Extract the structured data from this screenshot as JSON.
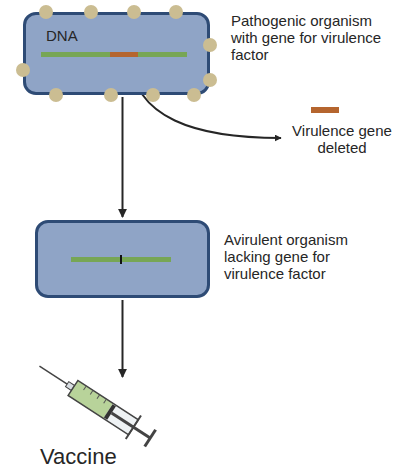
{
  "diagram": {
    "nodes": [
      {
        "text": [
          "DNA",
          "Pathogenic organism with gene for virulence factor"
        ]
      },
      {
        "text": [
          "Avirulent organism lacking gene for virulence factor"
        ]
      },
      {
        "text": [
          "Vaccine"
        ]
      }
    ],
    "edges": [
      {
        "from": 0,
        "to": 1,
        "arrow": "to"
      },
      {
        "from": 1,
        "to": 2,
        "arrow": "to"
      }
    ],
    "labels": [
      "Virulence gene deleted"
    ]
  }
}
